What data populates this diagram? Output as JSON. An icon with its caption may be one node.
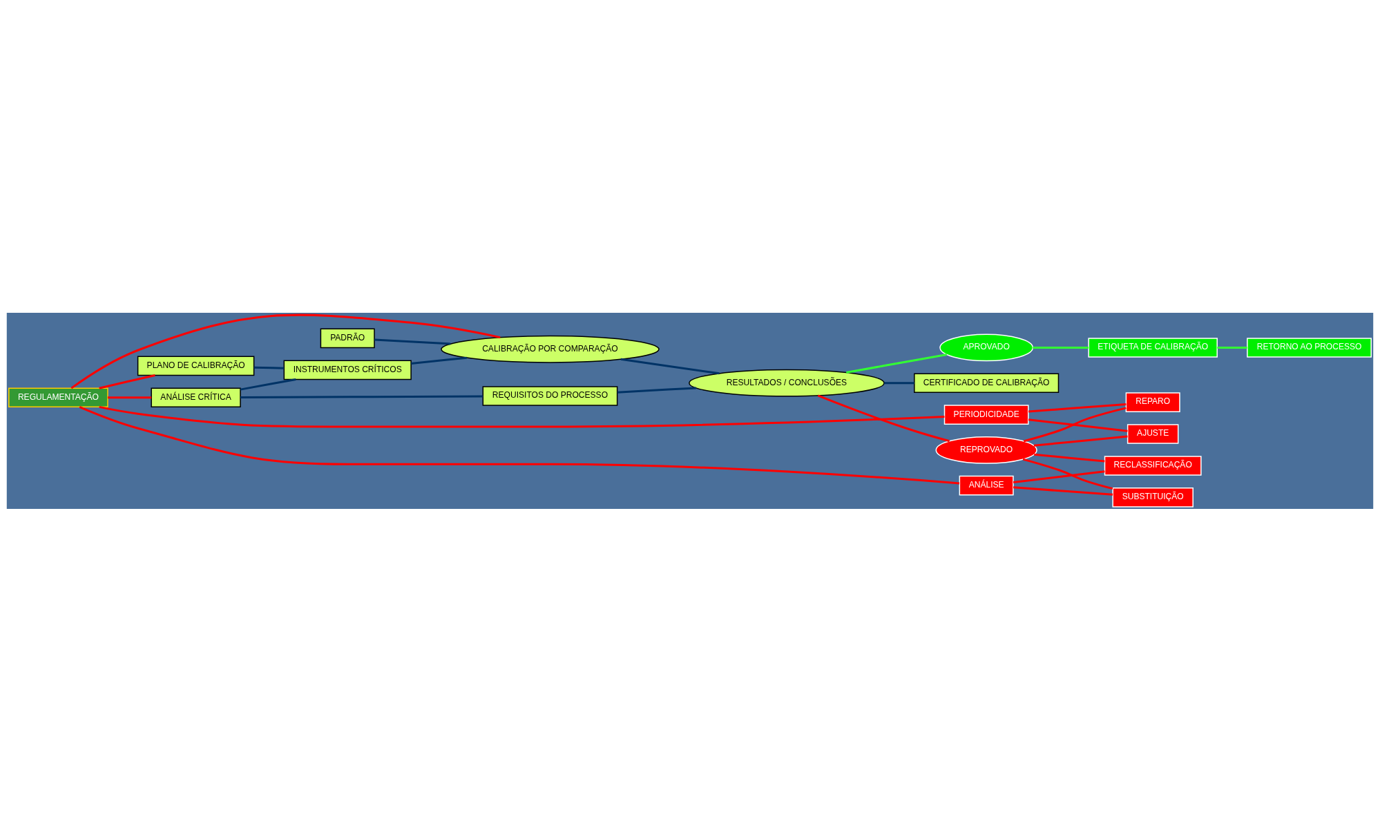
{
  "diagram": {
    "nodes": [
      {
        "text": [
          "REGULAMENTAÇÃO"
        ]
      },
      {
        "text": [
          "PLANO DE CALIBRAÇÃO"
        ]
      },
      {
        "text": [
          "ANÁLISE CRÍTICA"
        ]
      },
      {
        "text": [
          "PADRÃO"
        ]
      },
      {
        "text": [
          "INSTRUMENTOS CRÍTICOS"
        ]
      },
      {
        "text": [
          "REQUISITOS DO PROCESSO"
        ]
      },
      {
        "text": [
          "CALIBRAÇÃO POR COMPARAÇÃO"
        ]
      },
      {
        "text": [
          "RESULTADOS / CONCLUSÕES"
        ]
      },
      {
        "text": [
          "CERTIFICADO DE CALIBRAÇÃO"
        ]
      },
      {
        "text": [
          "REPROVADO"
        ]
      },
      {
        "text": [
          "APROVADO"
        ]
      },
      {
        "text": [
          "PERIODICIDADE"
        ]
      },
      {
        "text": [
          "AJUSTE"
        ]
      },
      {
        "text": [
          "ETIQUETA DE CALIBRAÇÃO"
        ]
      },
      {
        "text": [
          "REPARO"
        ]
      },
      {
        "text": [
          "RECLASSIFICAÇÃO"
        ]
      },
      {
        "text": [
          "ANÁLISE"
        ]
      },
      {
        "text": [
          "SUBSTITUIÇÃO"
        ]
      },
      {
        "text": [
          "RETORNO AO PROCESSO"
        ]
      }
    ],
    "edges": [
      {
        "from": 0,
        "to": 1,
        "arrow": "none"
      },
      {
        "from": 0,
        "to": 2,
        "arrow": "none"
      },
      {
        "from": 0,
        "to": 6,
        "arrow": "none"
      },
      {
        "from": 0,
        "to": 11,
        "arrow": "none"
      },
      {
        "from": 0,
        "to": 16,
        "arrow": "none"
      },
      {
        "from": 1,
        "to": 4,
        "arrow": "none",
        "color": "#003366"
      },
      {
        "from": 2,
        "to": 4,
        "arrow": "none",
        "color": "#003366"
      },
      {
        "from": 2,
        "to": 5,
        "arrow": "none",
        "color": "#003366"
      },
      {
        "from": 3,
        "to": 6,
        "arrow": "none",
        "color": "#003366"
      },
      {
        "from": 4,
        "to": 6,
        "arrow": "none",
        "color": "#003366"
      },
      {
        "from": 6,
        "to": 7,
        "arrow": "none",
        "color": "#003366"
      },
      {
        "from": 5,
        "to": 7,
        "arrow": "none",
        "color": "#003366"
      },
      {
        "from": 7,
        "to": 8,
        "arrow": "none",
        "color": "#003366"
      },
      {
        "from": 7,
        "to": 9,
        "arrow": "none"
      },
      {
        "from": 7,
        "to": 10,
        "arrow": "none",
        "color": "#33ff33"
      },
      {
        "from": 9,
        "to": 12,
        "arrow": "none"
      },
      {
        "from": 9,
        "to": 14,
        "arrow": "none"
      },
      {
        "from": 9,
        "to": 15,
        "arrow": "none"
      },
      {
        "from": 9,
        "to": 17,
        "arrow": "none"
      },
      {
        "from": 11,
        "to": 12,
        "arrow": "none"
      },
      {
        "from": 11,
        "to": 14,
        "arrow": "none"
      },
      {
        "from": 16,
        "to": 15,
        "arrow": "none"
      },
      {
        "from": 16,
        "to": 17,
        "arrow": "none"
      },
      {
        "from": 10,
        "to": 13,
        "arrow": "none",
        "color": "#33ff33"
      },
      {
        "from": 13,
        "to": 18,
        "arrow": "none",
        "color": "#33ff33"
      }
    ]
  }
}
